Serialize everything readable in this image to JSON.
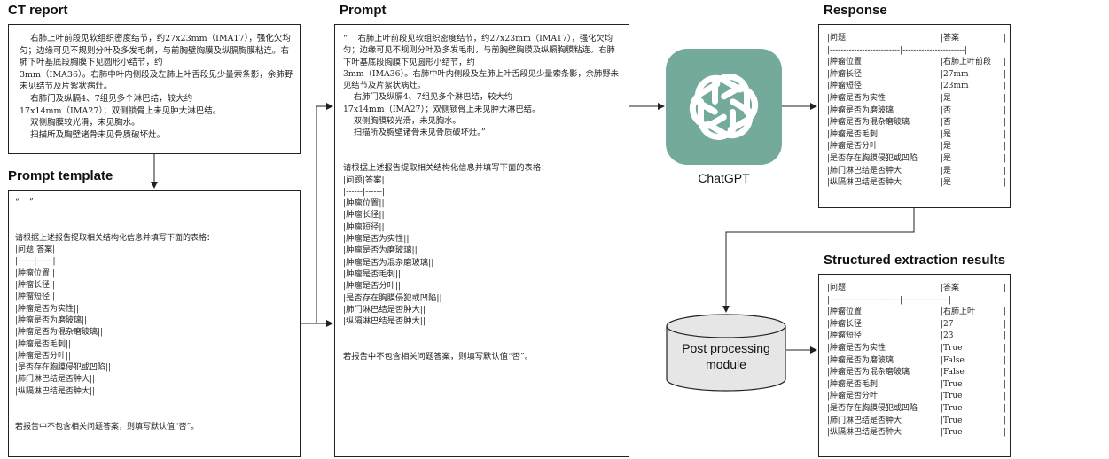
{
  "titles": {
    "ct_report": "CT report",
    "prompt_template": "Prompt template",
    "prompt": "Prompt",
    "response": "Response",
    "structured": "Structured extraction results"
  },
  "ct_report_text": "    右肺上叶前段见软组织密度结节，约27x23mm（IMA17），强化欠均匀；边缘可见不规则分叶及多发毛刺，与前胸壁胸膜及纵膈胸膜粘连。右肺下叶基底段胸膜下见圆形小结节，约\n3mm（IMA36）。右肺中叶内侧段及左肺上叶舌段见少量索条影，余肺野未见结节及片絮状病灶。\n    右肺门及纵膈4、7组见多个淋巴结，较大约\n17x14mm（IMA27）；双侧锁骨上未见肿大淋巴结。\n    双侧胸膜较光滑，未见胸水。\n    扫描所及胸壁诸骨未见骨质破坏灶。",
  "prompt_template_text": "“    ”\n\n\n请根据上述报告提取相关结构化信息并填写下面的表格：\n|问题|答案|\n|------|------|\n|肿瘤位置||\n|肿瘤长径||\n|肿瘤短径||\n|肿瘤是否为实性||\n|肿瘤是否为磨玻璃||\n|肿瘤是否为混杂磨玻璃||\n|肿瘤是否毛刺||\n|肿瘤是否分叶||\n|是否存在胸膜侵犯或凹陷||\n|肺门淋巴结是否肿大||\n|纵隔淋巴结是否肿大||\n\n\n若报告中不包含相关问题答案，则填写默认值“否”。",
  "prompt_text": "“    右肺上叶前段见软组织密度结节，约27x23mm（IMA17），强化欠均匀；边缘可见不规则分叶及多发毛刺，与前胸壁胸膜及纵膈胸膜粘连。右肺下叶基底段胸膜下见圆形小结节，约\n3mm（IMA36）。右肺中叶内侧段及左肺上叶舌段见少量索条影，余肺野未见结节及片絮状病灶。\n    右肺门及纵膈4、7组见多个淋巴结，较大约\n17x14mm（IMA27）；双侧锁骨上未见肿大淋巴结。\n    双侧胸膜较光滑，未见胸水。\n    扫描所及胸壁诸骨未见骨质破坏灶。”\n\n\n请根据上述报告提取相关结构化信息并填写下面的表格：\n|问题|答案|\n|------|------|\n|肿瘤位置||\n|肿瘤长径||\n|肿瘤短径||\n|肿瘤是否为实性||\n|肿瘤是否为磨玻璃||\n|肿瘤是否为混杂磨玻璃||\n|肿瘤是否毛刺||\n|肿瘤是否分叶||\n|是否存在胸膜侵犯或凹陷||\n|肺门淋巴结是否肿大||\n|纵隔淋巴结是否肿大||\n\n\n若报告中不包含相关问题答案，则填写默认值“否”。",
  "chatgpt_label": "ChatGPT",
  "post_processing_label": "Post processing module",
  "response_table": {
    "header": [
      "|问题",
      "|答案",
      "|"
    ],
    "separator": "|--------------------------|-----------------------|",
    "rows": [
      [
        "|肿瘤位置",
        "|右肺上叶前段",
        "|"
      ],
      [
        "|肿瘤长径",
        "|27mm",
        "|"
      ],
      [
        "|肿瘤短径",
        "|23mm",
        "|"
      ],
      [
        "|肿瘤是否为实性",
        "|是",
        "|"
      ],
      [
        "|肿瘤是否为磨玻璃",
        "|否",
        "|"
      ],
      [
        "|肿瘤是否为混杂磨玻璃",
        "|否",
        "|"
      ],
      [
        "|肿瘤是否毛刺",
        "|是",
        "|"
      ],
      [
        "|肿瘤是否分叶",
        "|是",
        "|"
      ],
      [
        "|是否存在胸膜侵犯或凹陷",
        "|是",
        "|"
      ],
      [
        "|肺门淋巴结是否肿大",
        "|是",
        "|"
      ],
      [
        "|纵隔淋巴结是否肿大",
        "|是",
        "|"
      ]
    ]
  },
  "structured_table": {
    "header": [
      "|问题",
      "|答案",
      "|"
    ],
    "separator": "|--------------------------|-----------------|",
    "rows": [
      [
        "|肿瘤位置",
        "|右肺上叶",
        "|"
      ],
      [
        "|肿瘤长径",
        "|27",
        "|"
      ],
      [
        "|肿瘤短径",
        "|23",
        "|"
      ],
      [
        "|肿瘤是否为实性",
        "|True",
        "|"
      ],
      [
        "|肿瘤是否为磨玻璃",
        "|False",
        "|"
      ],
      [
        "|肿瘤是否为混杂磨玻璃",
        "|False",
        "|"
      ],
      [
        "|肿瘤是否毛刺",
        "|True",
        "|"
      ],
      [
        "|肿瘤是否分叶",
        "|True",
        "|"
      ],
      [
        "|是否存在胸膜侵犯或凹陷",
        "|True",
        "|"
      ],
      [
        "|肺门淋巴结是否肿大",
        "|True",
        "|"
      ],
      [
        "|纵隔淋巴结是否肿大",
        "|True",
        "|"
      ]
    ]
  },
  "colors": {
    "logo_bg": "#74aa9c",
    "stroke": "#222222",
    "cylinder_fill": "#e6e6e6"
  },
  "icons": {
    "logo": "chatgpt-logo-icon",
    "database": "database-cylinder-icon"
  }
}
